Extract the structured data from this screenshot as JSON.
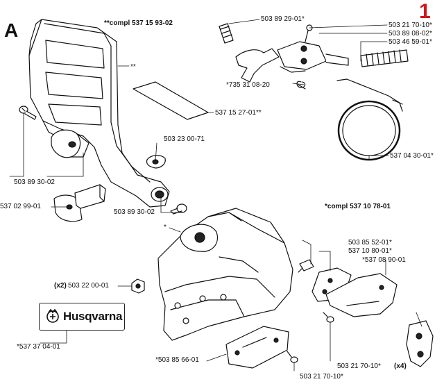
{
  "diagram": {
    "section_letter": "A",
    "page_number": "1",
    "logo_text": "Husqvarna",
    "labels": {
      "compl_chain_brake": "**compl 537 15 93-02",
      "star_star": "**",
      "p537152701": "537 15 27-01**",
      "p503892901": "503 89 29-01*",
      "p503217010_top": "503 21 70-10*",
      "p503890802": "503 89 08-02*",
      "p503465901": "503 46 59-01*",
      "p735310820": "*735 31 08-20",
      "p537043001": "537 04 30-01*",
      "p503230071": "503 23 00-71",
      "p503893002_left": "503 89 30-02",
      "p537029901": "537 02 99-01",
      "p503893002_mid": "503 89 30-02",
      "compl_clutch_cover": "*compl 537 10 78-01",
      "star_single": "*",
      "p503855201": "503 85 52-01*",
      "p537108001": "537 10 80-01*",
      "p537089001": "*537 08 90-01",
      "x2": "(x2)",
      "p503220001": "503 22 00-01",
      "p537370401": "*537 37 04-01",
      "p503856601": "*503 85 66-01",
      "p503217010_bot": "503 21 70-10*",
      "x4": "(x4)",
      "p503217010_low": "503 21 70-10*"
    }
  }
}
